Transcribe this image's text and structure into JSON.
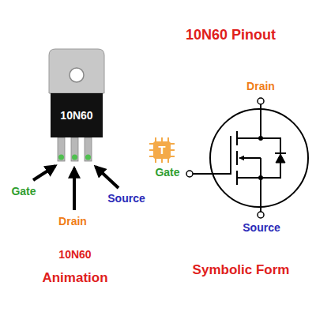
{
  "diagram": {
    "title": "10N60 Pinout",
    "nodes": [
      {
        "text": [
          "10N60"
        ]
      }
    ],
    "labels": [
      "Gate",
      "Drain",
      "Source",
      "10N60",
      "Animation",
      "Drain",
      "Gate",
      "Source",
      "Symbolic Form",
      "T"
    ]
  }
}
